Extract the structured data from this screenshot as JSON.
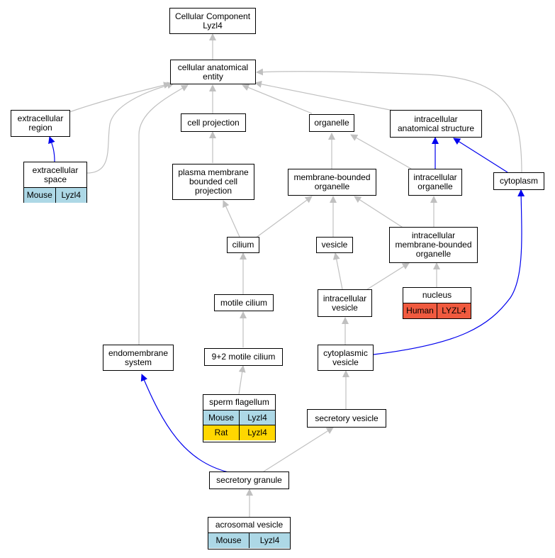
{
  "nodes": {
    "root": "Cellular Component\nLyzl4",
    "cae": "cellular anatomical\nentity",
    "extracellular_region": "extracellular\nregion",
    "cell_projection": "cell projection",
    "organelle": "organelle",
    "intracellular_anatomical_structure": "intracellular\nanatomical structure",
    "plasma_membrane_bounded": "plasma membrane\nbounded cell\nprojection",
    "membrane_bounded_organelle": "membrane-bounded\norganelle",
    "intracellular_organelle": "intracellular\norganelle",
    "cytoplasm": "cytoplasm",
    "cilium": "cilium",
    "vesicle": "vesicle",
    "intracellular_mbo": "intracellular\nmembrane-bounded\norganelle",
    "motile_cilium": "motile cilium",
    "intracellular_vesicle": "intracellular\nvesicle",
    "endomembrane_system": "endomembrane\nsystem",
    "nine_two_motile_cilium": "9+2 motile cilium",
    "cytoplasmic_vesicle": "cytoplasmic\nvesicle",
    "secretory_vesicle": "secretory vesicle",
    "secretory_granule": "secretory granule"
  },
  "annotated": {
    "extracellular_space": {
      "title": "extracellular\nspace",
      "rows": [
        [
          "Mouse",
          "Lyzl4"
        ]
      ]
    },
    "nucleus": {
      "title": "nucleus",
      "rows": [
        [
          "Human",
          "LYZL4"
        ]
      ]
    },
    "sperm_flagellum": {
      "title": "sperm flagellum",
      "rows": [
        [
          "Mouse",
          "Lyzl4"
        ],
        [
          "Rat",
          "Lyzl4"
        ]
      ]
    },
    "acrosomal_vesicle": {
      "title": "acrosomal vesicle",
      "rows": [
        [
          "Mouse",
          "Lyzl4"
        ]
      ]
    }
  },
  "colors": {
    "is_a_edge": "#c0c0c0",
    "part_of_edge": "#0000ee",
    "mouse": "#add8e6",
    "rat": "#ffd700",
    "human": "#f05a3f"
  }
}
